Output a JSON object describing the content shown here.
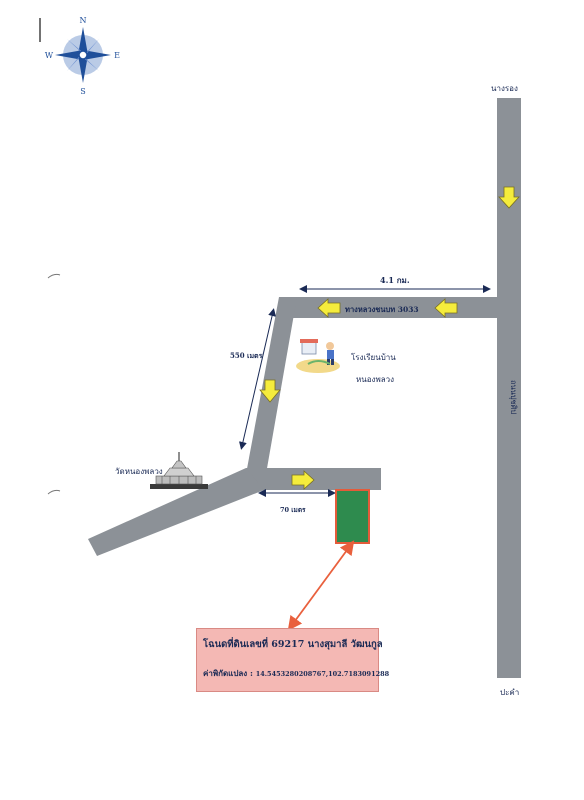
{
  "compass": {
    "n": "N",
    "s": "S",
    "e": "E",
    "w": "W",
    "icon": "compass-rose-icon"
  },
  "places": {
    "north_destination": "นางรอง",
    "south_destination": "ปะคำ",
    "school_line1": "โรงเรียนบ้าน",
    "school_line2": "หนองพลวง",
    "temple": "วัดหนองพลวง"
  },
  "roads": {
    "highway_name": "ทางหลวงชนบท 3033",
    "vertical_road": "ถนนปุชศิป"
  },
  "distances": {
    "top_segment": "4.1 กม.",
    "diagonal_segment": "550 เมตร",
    "short_segment": "70 เมตร"
  },
  "plot_note": {
    "deed_line": "โฉนดที่ดินเลขที่  69217  นางสุมาลี  วัฒนกูล",
    "coords_label": "ค่าพิกัดแปลง :",
    "coords_value": "14.5453280208767,102.7183091288"
  },
  "colors": {
    "road": "#8c9197",
    "arrow_fill": "#f5ec3c",
    "plot_fill": "#2e8b4e",
    "plot_border": "#e45b3a",
    "pointer": "#e9603d",
    "note_bg": "#f4b8b4",
    "text": "#1a2a55",
    "compass": "#1f4f9a"
  }
}
